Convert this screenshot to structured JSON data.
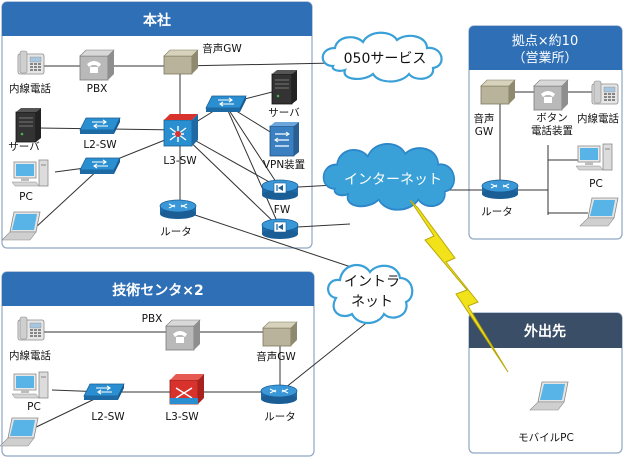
{
  "sites": {
    "honsha": "本社",
    "kyoten_line1": "拠点×約10",
    "kyoten_line2": "（営業所）",
    "gijutsu": "技術センタ×2",
    "gaishutsu": "外出先"
  },
  "clouds": {
    "service050": "050サービス",
    "internet": "インターネット",
    "intra_line1": "イントラ",
    "intra_line2": "ネット"
  },
  "labels": {
    "honsha_phone": "内線電話",
    "honsha_pbx": "PBX",
    "honsha_voicegw": "音声GW",
    "honsha_server_left": "サーバ",
    "honsha_l2sw": "L2-SW",
    "honsha_l3sw": "L3-SW",
    "honsha_server_right": "サーバ",
    "honsha_vpn": "VPN装置",
    "honsha_pc": "PC",
    "honsha_fw": "FW",
    "honsha_router": "ルータ",
    "kyoten_voicegw_1": "音声",
    "kyoten_voicegw_2": "GW",
    "kyoten_button_1": "ボタン",
    "kyoten_button_2": "電話装置",
    "kyoten_phone": "内線電話",
    "kyoten_pc": "PC",
    "kyoten_router": "ルータ",
    "gijutsu_pbx": "PBX",
    "gijutsu_phone": "内線電話",
    "gijutsu_voicegw": "音声GW",
    "gijutsu_pc": "PC",
    "gijutsu_l2sw": "L2-SW",
    "gijutsu_l3sw": "L3-SW",
    "gijutsu_router": "ルータ",
    "mobile_pc": "モバイルPC"
  },
  "colors": {
    "header_blue": "#2f6fb6",
    "frame_border": "#8fa7c4",
    "gaishutsu_header": "#3b4e68",
    "cloud_blue": "#3aa0d8",
    "lightning": "#f2e21a",
    "switch_blue": "#2a8fd0",
    "router_blue": "#2d86c9",
    "l3_red": "#d8322c",
    "voicegw_gray": "#b8b39a",
    "device_gray": "#9a9a9a"
  },
  "icons": {
    "phone": "desk-phone-icon",
    "pbx": "pbx-icon",
    "voice_gw": "voice-gateway-icon",
    "server": "server-icon",
    "switch": "switch-icon",
    "l3_switch": "l3-switch-icon",
    "router": "router-icon",
    "firewall": "firewall-icon",
    "vpn": "vpn-device-icon",
    "desktop": "desktop-pc-icon",
    "laptop": "laptop-icon",
    "cloud": "cloud-icon",
    "lightning": "lightning-icon"
  }
}
